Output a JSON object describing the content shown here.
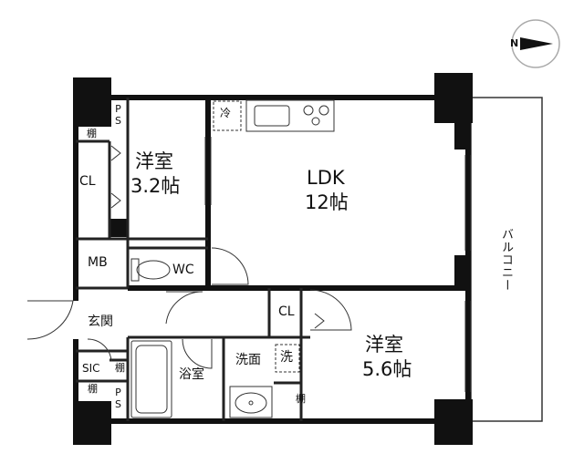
{
  "rooms": {
    "ldk": {
      "name": "LDK",
      "size": "12帖"
    },
    "western_room_1": {
      "name": "洋室",
      "size": "3.2帖"
    },
    "western_room_2": {
      "name": "洋室",
      "size": "5.6帖"
    }
  },
  "labels": {
    "entrance": "玄関",
    "bathroom": "浴室",
    "washroom": "洗面",
    "washer": "洗",
    "fridge": "冷",
    "balcony": "バルコニー",
    "wc": "WC",
    "mb": "MB",
    "sic": "SIC",
    "closet_1": "CL",
    "closet_2": "CL",
    "ps_1": "P\nS",
    "ps_2": "P\nS",
    "shelf_1": "棚",
    "shelf_2": "棚",
    "shelf_3": "棚",
    "shelf_4": "棚"
  },
  "compass": {
    "north_label": "N"
  },
  "colors": {
    "wall": "#111111",
    "line": "#333333",
    "background": "#ffffff"
  }
}
